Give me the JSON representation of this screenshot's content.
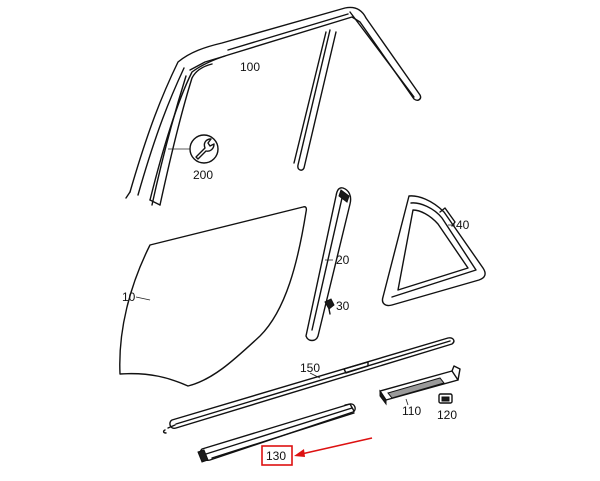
{
  "callouts": {
    "c100": "100",
    "c200": "200",
    "c40": "40",
    "c10": "10",
    "c20": "20",
    "c30": "30",
    "c150": "150",
    "c110": "110",
    "c120": "120",
    "c130": "130"
  },
  "highlight": {
    "part": "130",
    "color": "#dd1111"
  },
  "icons": {
    "c200": "wrench-icon"
  }
}
